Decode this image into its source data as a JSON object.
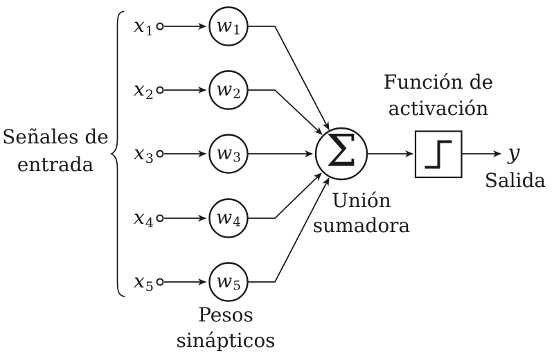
{
  "colors": {
    "ink": "#1a1a1a",
    "background": "#ffffff"
  },
  "diagram": {
    "input_group_label": {
      "line1": "Señales de",
      "line2": "entrada"
    },
    "inputs": [
      {
        "symbol": "x",
        "sub": "1"
      },
      {
        "symbol": "x",
        "sub": "2"
      },
      {
        "symbol": "x",
        "sub": "3"
      },
      {
        "symbol": "x",
        "sub": "4"
      },
      {
        "symbol": "x",
        "sub": "5"
      }
    ],
    "weights": [
      {
        "symbol": "w",
        "sub": "1"
      },
      {
        "symbol": "w",
        "sub": "2"
      },
      {
        "symbol": "w",
        "sub": "3"
      },
      {
        "symbol": "w",
        "sub": "4"
      },
      {
        "symbol": "w",
        "sub": "5"
      }
    ],
    "weights_label": {
      "line1": "Pesos",
      "line2": "sinápticos"
    },
    "summer": {
      "symbol": "Σ",
      "label_line1": "Unión",
      "label_line2": "sumadora"
    },
    "activation_label": {
      "line1": "Función de",
      "line2": "activación"
    },
    "output": {
      "symbol": "y",
      "label": "Salida"
    }
  }
}
